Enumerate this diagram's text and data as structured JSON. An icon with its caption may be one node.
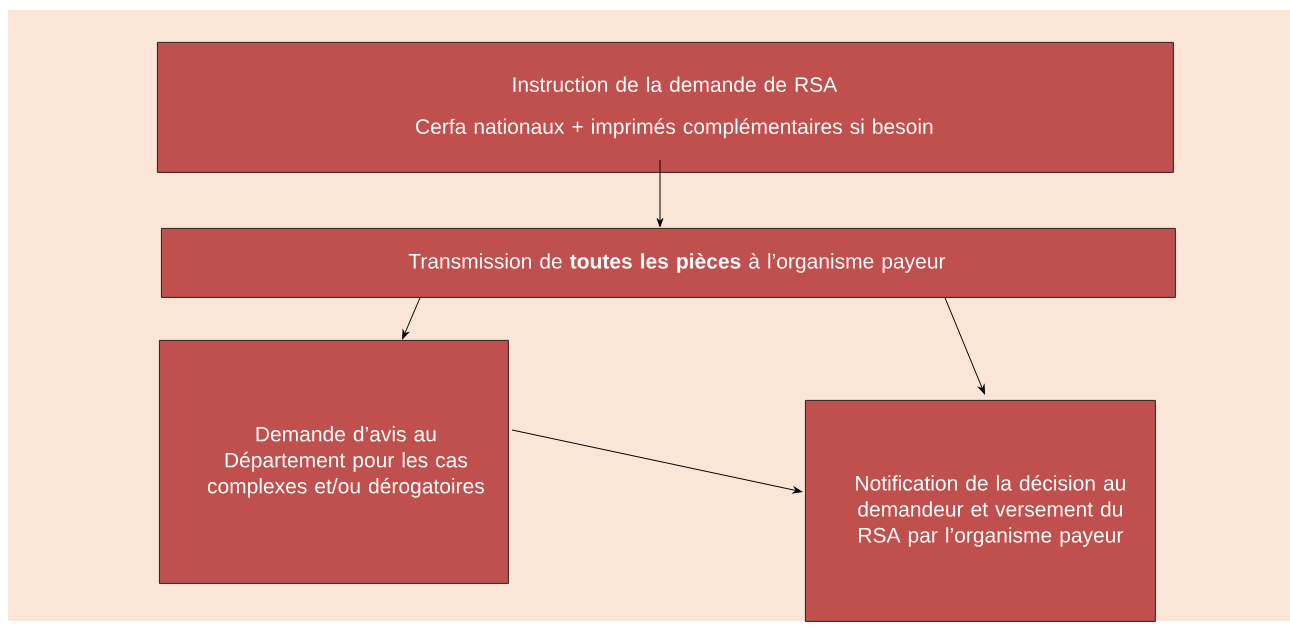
{
  "diagram": {
    "nodes": [
      {
        "text": [
          "Instruction de la demande de RSA",
          "Cerfa nationaux + imprimés complémentaires si besoin"
        ]
      },
      {
        "text": [
          "Transmission de **toutes les pièces** à l’organisme payeur"
        ]
      },
      {
        "text": [
          "Demande d’avis au Département pour les cas complexes et/ou dérogatoires"
        ]
      },
      {
        "text": [
          "Notification de la décision au demandeur et versement du RSA par l’organisme payeur"
        ]
      }
    ],
    "edges": [
      {
        "from": 0,
        "to": 1,
        "arrow": "to"
      },
      {
        "from": 1,
        "to": 2,
        "arrow": "to"
      },
      {
        "from": 1,
        "to": 3,
        "arrow": "to"
      },
      {
        "from": 2,
        "to": 3,
        "arrow": "to"
      }
    ]
  }
}
